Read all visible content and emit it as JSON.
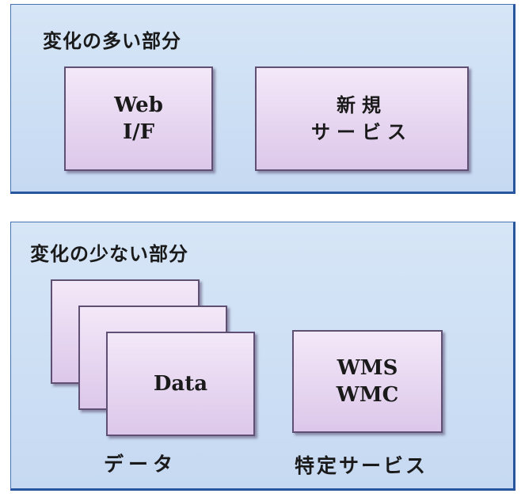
{
  "top_panel": {
    "title": "変化の多い部分",
    "web_box": {
      "line1": "Web",
      "line2": "I/F"
    },
    "service_box": {
      "line1": "新規",
      "line2": "サービス"
    }
  },
  "bottom_panel": {
    "title": "変化の少ない部分",
    "data_box": {
      "label": "Data"
    },
    "data_caption": "データ",
    "wms_box": {
      "line1": "WMS",
      "line2": "WMC"
    },
    "service_caption": "特定サービス"
  }
}
